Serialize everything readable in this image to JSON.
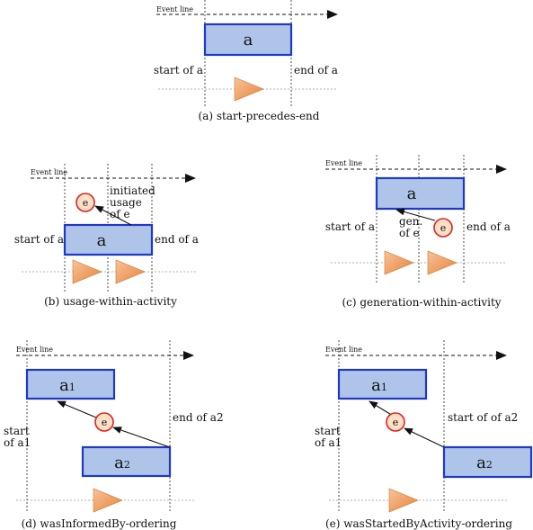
{
  "colors": {
    "activity_fill": "#aec4e8",
    "activity_stroke": "#2038c8",
    "entity_fill": "#fde0c6",
    "entity_stroke": "#e02020",
    "marker_fill": "#f0a060"
  },
  "icons": [
    "orange-triangle-icon",
    "arrowhead-icon"
  ],
  "panels": {
    "a": {
      "event_line": "Event line",
      "activity": "a",
      "start_label": "start of a",
      "end_label": "end of a",
      "caption": "(a) start-precedes-end"
    },
    "b": {
      "event_line": "Event line",
      "activity": "a",
      "entity": "e",
      "start_label": "start of a",
      "end_label": "end of a",
      "note_line1": "initiated",
      "note_line2": "usage",
      "note_line3": "of e",
      "caption": "(b) usage-within-activity"
    },
    "c": {
      "event_line": "Event line",
      "activity": "a",
      "entity": "e",
      "start_label": "start of a",
      "end_label": "end of a",
      "note_line1": "gen.",
      "note_line2": "of e",
      "caption": "(c) generation-within-activity"
    },
    "d": {
      "event_line": "Event line",
      "activity1": "a",
      "activity1_sub": "1",
      "activity2": "a",
      "activity2_sub": "2",
      "entity": "e",
      "start_line1": "start",
      "start_line2": "of a1",
      "end_label": "end of a2",
      "caption": "(d) wasInformedBy-ordering"
    },
    "e": {
      "event_line": "Event line",
      "activity1": "a",
      "activity1_sub": "1",
      "activity2": "a",
      "activity2_sub": "2",
      "entity": "e",
      "start_line1": "start",
      "start_line2": "of a1",
      "other_label": "start of of a2",
      "caption": "(e) wasStartedByActivity-ordering"
    }
  }
}
